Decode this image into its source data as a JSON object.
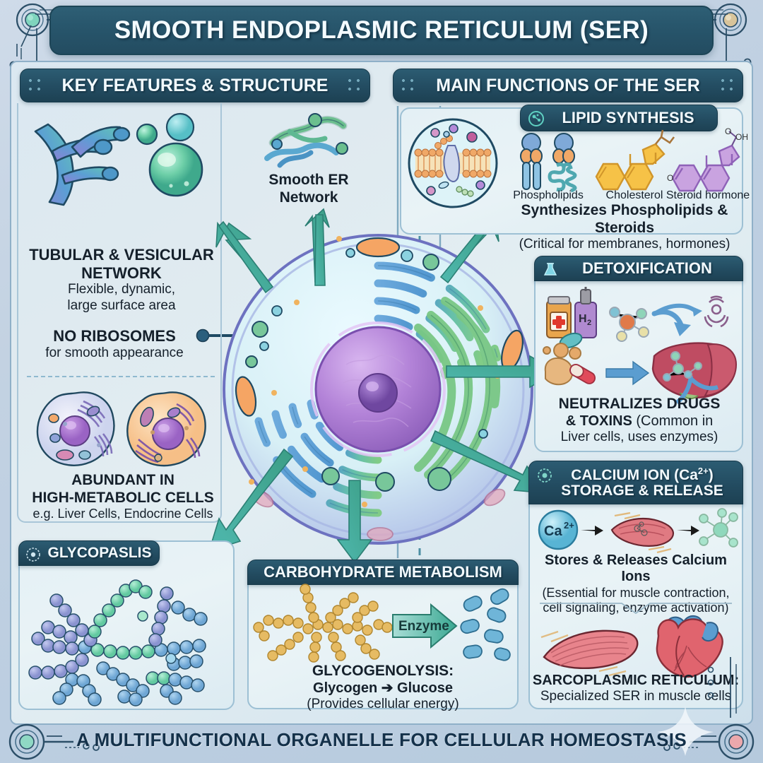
{
  "title": "SMOOTH ENDOPLASMIC RETICULUM (SER)",
  "footer": "A MULTIFUNCTIONAL ORGANELLE FOR CELLULAR HOMEOSTASIS",
  "panels": {
    "left_header": "KEY FEATURES & STRUCTURE",
    "right_header": "MAIN FUNCTIONS OF THE SER"
  },
  "center": {
    "er_network_label_line1": "Smooth ER",
    "er_network_label_line2": "Network"
  },
  "key_features": [
    {
      "title_line1": "TUBULAR & VESICULAR",
      "title_line2": "NETWORK",
      "sub_line1": "Flexible, dynamic,",
      "sub_line2": "large surface area"
    },
    {
      "title_line1": "NO RIBOSOMES",
      "sub_line1": "for smooth appearance"
    },
    {
      "title_line1": "ABUNDANT IN",
      "title_line2": "HIGH-METABOLIC CELLS",
      "sub_line1": "e.g. Liver Cells, Endocrine Cells"
    }
  ],
  "functions": {
    "lipid": {
      "header": "LIPID SYNTHESIS",
      "icon": "cell-membrane-icon",
      "molecule_labels": [
        "Phospholipids",
        "Cholesterol",
        "Steroid hormone"
      ],
      "oh_label": "OH",
      "o_label": "O",
      "caption_bold": "Synthesizes Phospholipids & Steroids",
      "caption_sub": "(Critical for membranes, hormones)"
    },
    "detox": {
      "header": "DETOXIFICATION",
      "icon": "flask-icon",
      "bottle_label": "H",
      "bottle_label_sub": "2",
      "caption_bold_line1": "NEUTRALIZES DRUGS",
      "caption_bold_line2": "& TOXINS",
      "caption_sub_line2": "(Common in",
      "caption_sub_line3": "Liver cells, uses enzymes)"
    },
    "calcium": {
      "header_line1": "CALCIUM ION (Ca",
      "header_sup": "2+",
      "header_line1_end": ")",
      "header_line2": "STORAGE & RELEASE",
      "icon": "ion-storage-icon",
      "ion_label": "Ca",
      "ion_label_sup": "2+",
      "caption_bold": "Stores & Releases Calcium Ions",
      "caption_sub_line1": "(Essential for muscle contraction,",
      "caption_sub_line2": "cell signaling, enzyme activation)",
      "footer_bold": "SARCOPLASMIC RETICULUM:",
      "footer_sub": "Specialized SER in muscle cells"
    },
    "carbohydrate": {
      "header": "CARBOHYDRATE METABOLISM",
      "enzyme_label": "Enzyme",
      "caption_bold": "GLYCOGENOLYSIS:",
      "caption_line2": "Glycogen ➔ Glucose",
      "caption_line3": "(Provides cellular energy)"
    },
    "glycopaslis": {
      "header": "GLYCOPASLIS",
      "icon": "molecule-node-icon"
    }
  },
  "colors": {
    "header_dark": "#234c61",
    "accent_teal": "#3aa5a0",
    "arrow_teal": "#3f9e93",
    "nucleus_purple": "#9b6fc4",
    "er_blue": "#4b86c4",
    "er_green": "#6fbf7f",
    "liver_red": "#c2546a",
    "glycogen_gold": "#e0ab4f",
    "glucose_blue": "#6fb5d8",
    "frame_border": "#8fb0c8",
    "text_dark": "#15202b"
  }
}
